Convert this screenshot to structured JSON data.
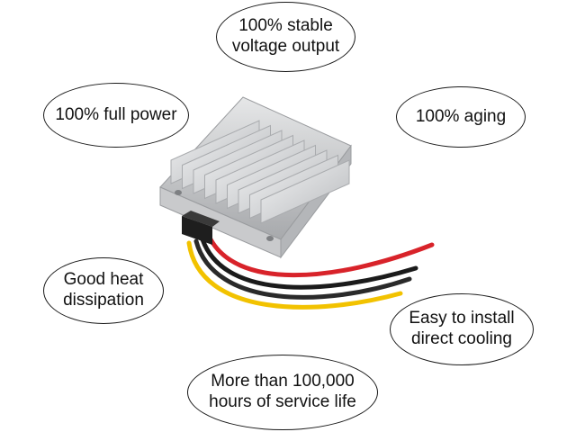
{
  "bubbles": {
    "stable_output": {
      "line1": "100% stable",
      "line2": "voltage output"
    },
    "full_power": {
      "text": "100% full power"
    },
    "aging": {
      "text": "100% aging"
    },
    "heat_dissipation": {
      "line1": "Good heat",
      "line2": "dissipation"
    },
    "install_cooling": {
      "line1": "Easy to install",
      "line2": "direct cooling"
    },
    "service_life": {
      "line1": "More than 100,000",
      "line2": "hours of service life"
    }
  },
  "product": {
    "icon": "dc-converter-module-icon",
    "colors": {
      "housing": "#d9dadc",
      "fin_shadow": "#a9abae",
      "wire_red": "#d8232a",
      "wire_black": "#1b1b1b",
      "wire_yellow": "#f2c200"
    }
  }
}
